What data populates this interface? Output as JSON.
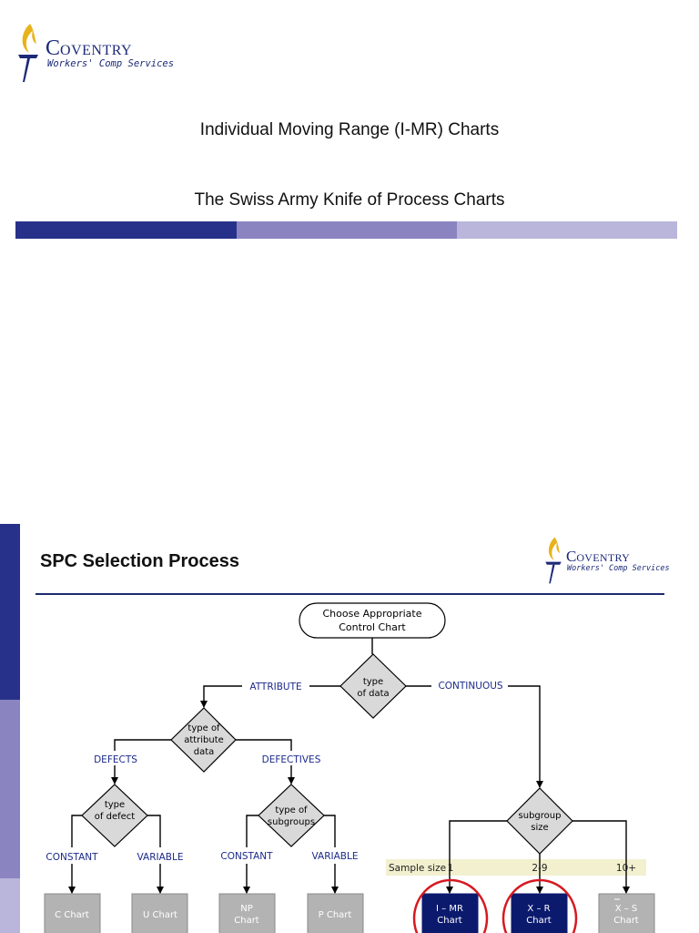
{
  "logo": {
    "name_first": "C",
    "name_rest": "OVENTRY",
    "tagline": "Workers' Comp Services",
    "colors": {
      "flame": "#e8b21a",
      "navy": "#1c2a78"
    }
  },
  "slide1": {
    "title": "Individual Moving Range (I-MR) Charts",
    "subtitle": "The Swiss Army Knife of Process Charts",
    "band_colors": [
      "#28318a",
      "#8a84c0",
      "#b9b5db"
    ]
  },
  "slide2": {
    "title": "SPC Selection Process",
    "side_colors": [
      "#28318a",
      "#8a84c0",
      "#b9b5db"
    ],
    "flow": {
      "start": [
        "Choose Appropriate",
        "Control Chart"
      ],
      "type_of_data": [
        "type",
        "of data"
      ],
      "attribute": "ATTRIBUTE",
      "continuous": "CONTINUOUS",
      "type_of_attribute": [
        "type of",
        "attribute",
        "data"
      ],
      "defects": "DEFECTS",
      "defectives": "DEFECTIVES",
      "type_of_defect": [
        "type",
        "of defect"
      ],
      "type_of_subgroups": [
        "type of",
        "subgroups"
      ],
      "constant_1": "CONSTANT",
      "variable_1": "VARIABLE",
      "constant_2": "CONSTANT",
      "variable_2": "VARIABLE",
      "subgroup_size": [
        "subgroup",
        "size"
      ],
      "sample_size_label": "Sample size",
      "sample_1": "1",
      "sample_2_9": "2-9",
      "sample_10": "10+",
      "c_chart": [
        "C Chart"
      ],
      "u_chart": [
        "U Chart"
      ],
      "np_chart": [
        "NP",
        "Chart"
      ],
      "p_chart": [
        "P Chart"
      ],
      "imr_chart": [
        "I – MR",
        "Chart"
      ],
      "xr_chart": [
        "X – R",
        "Chart"
      ],
      "xs_chart": [
        "X – S",
        "Chart"
      ],
      "colors": {
        "label_blue": "#1c2a8a",
        "diamond_fill": "#d9d9d9",
        "box_grey": "#b3b3b3",
        "box_navy": "#0c1a6e",
        "highlight_red": "#d71920",
        "sample_band": "#f2f0cf"
      }
    }
  }
}
